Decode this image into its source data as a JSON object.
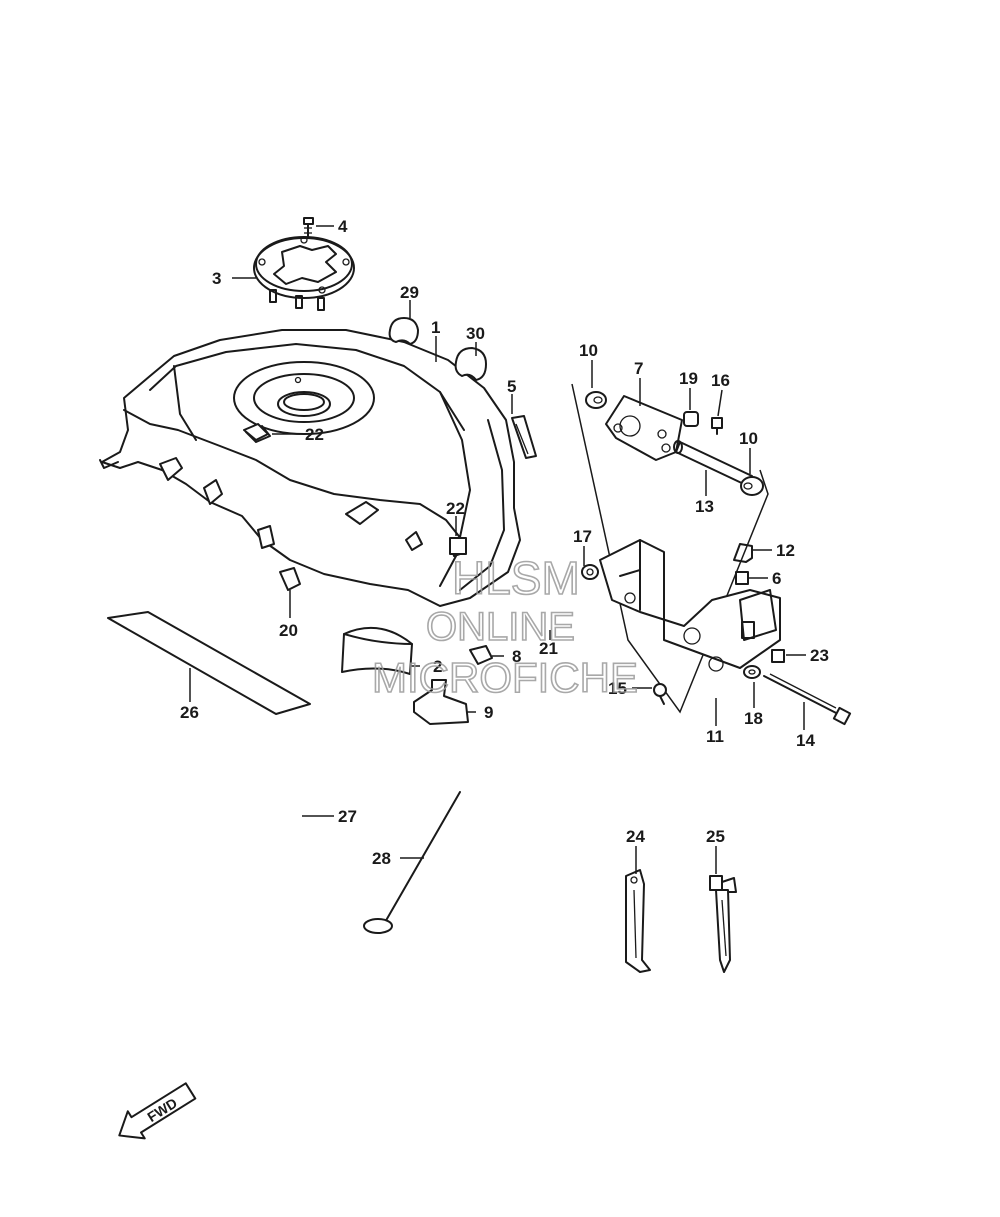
{
  "callouts": {
    "c1": "1",
    "c2": "2",
    "c3": "3",
    "c4": "4",
    "c5": "5",
    "c6": "6",
    "c7": "7",
    "c8": "8",
    "c9": "9",
    "c10a": "10",
    "c10b": "10",
    "c11": "11",
    "c12": "12",
    "c13": "13",
    "c14": "14",
    "c15": "15",
    "c16": "16",
    "c17": "17",
    "c18": "18",
    "c19": "19",
    "c20": "20",
    "c21": "21",
    "c22a": "22",
    "c22b": "22",
    "c23": "23",
    "c24": "24",
    "c25": "25",
    "c26": "26",
    "c27": "27",
    "c28": "28",
    "c29": "29",
    "c30": "30"
  },
  "watermark": {
    "line1": "HLSM",
    "line2": "ONLINE",
    "line3": "MICROFICHE"
  },
  "direction_arrow": {
    "label": "FWD"
  }
}
